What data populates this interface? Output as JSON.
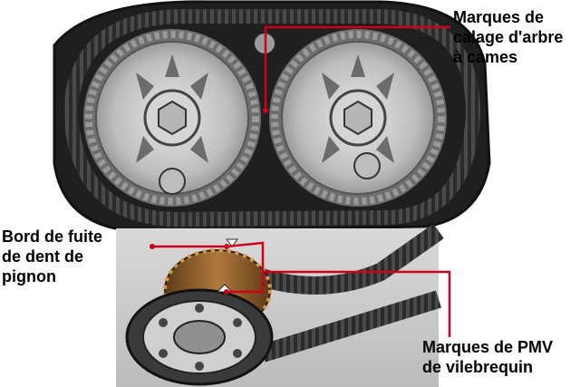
{
  "labels": {
    "camshaft_timing_marks": "Marques de\ncalage d'arbre\nà cames",
    "sprocket_tooth_trailing_edge": "Bord de fuite\nde dent de\npignon",
    "crankshaft_tdc_marks": "Marques de PMV\nde vilebrequin"
  },
  "colors": {
    "leader_line": "#d0021b",
    "metal_dark": "#3a3a3a",
    "metal_light": "#cfcfcf",
    "belt": "#2b2b2b",
    "sprocket_bronze": "#8a5a2b"
  }
}
